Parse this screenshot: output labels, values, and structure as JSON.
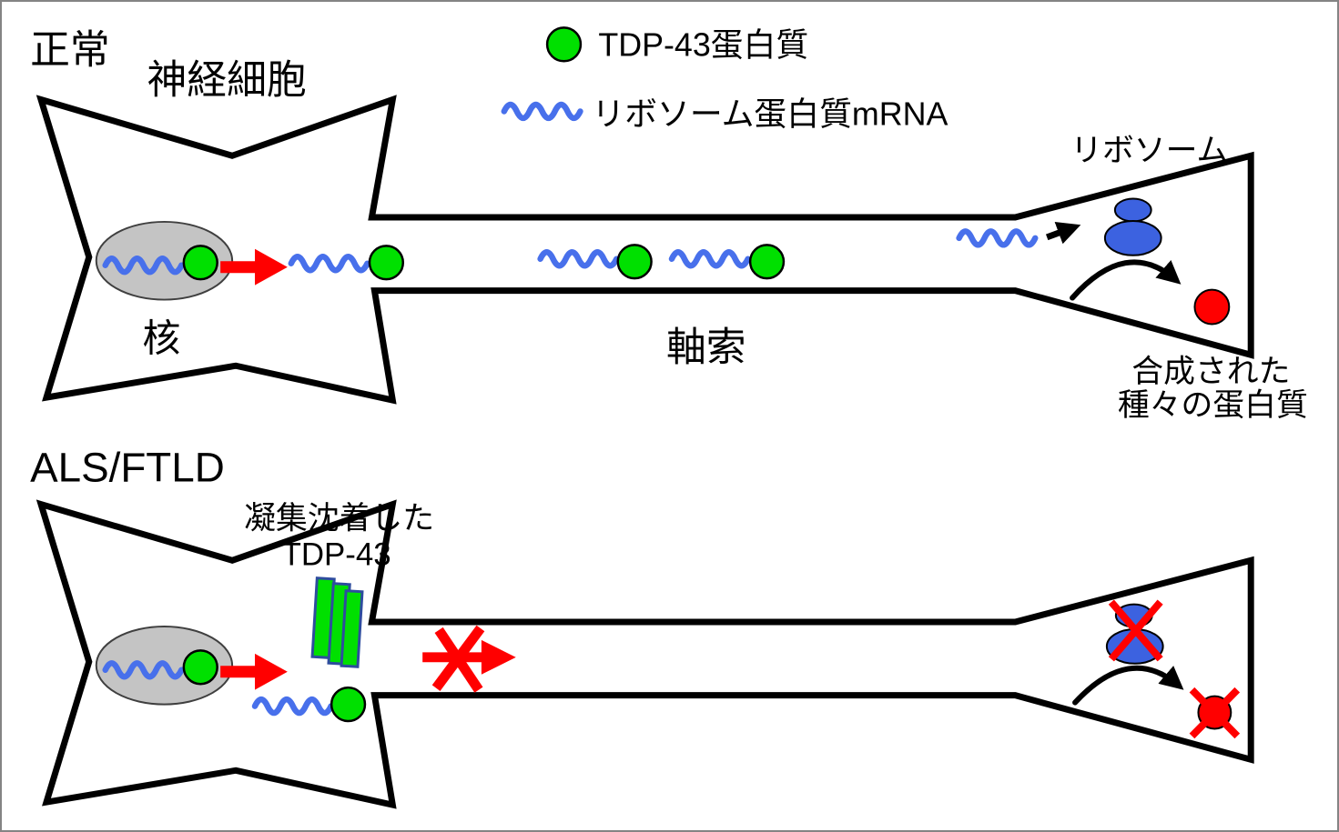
{
  "diagram": {
    "normal_panel": {
      "condition_label": "正常",
      "neuron_label": "神経細胞",
      "nucleus_label": "核",
      "axon_label": "軸索",
      "ribosome_label": "リボソーム",
      "synthesized_line1": "合成された",
      "synthesized_line2": "種々の蛋白質"
    },
    "als_panel": {
      "condition_label": "ALS/FTLD",
      "aggregate_line1": "凝集沈着した",
      "aggregate_line2": "TDP-43"
    },
    "legend": {
      "tdp43_label": "TDP-43蛋白質",
      "mrna_label": "リボソーム蛋白質mRNA"
    },
    "colors": {
      "tdp43_green": "#00e000",
      "mrna_blue": "#4870eb",
      "ribosome_blue": "#3c62e0",
      "accent_red": "#ff0000",
      "nucleus_gray": "#c4c4c4",
      "aggregate_border_blue": "#2e4c9e",
      "outline_black": "#000000",
      "frame_gray": "#848484"
    },
    "icons": {
      "tdp43_protein": "green-circle",
      "ribosomal_mrna": "blue-wavy-line",
      "ribosome": "blue-stacked-ellipses",
      "synthesized_protein": "red-circle",
      "nuclear_export_arrow": "red-right-arrow",
      "blocked_transport": "red-arrow-with-x",
      "aggregated_tdp43": "green-stacked-bars",
      "blocked_mark": "red-x"
    }
  }
}
